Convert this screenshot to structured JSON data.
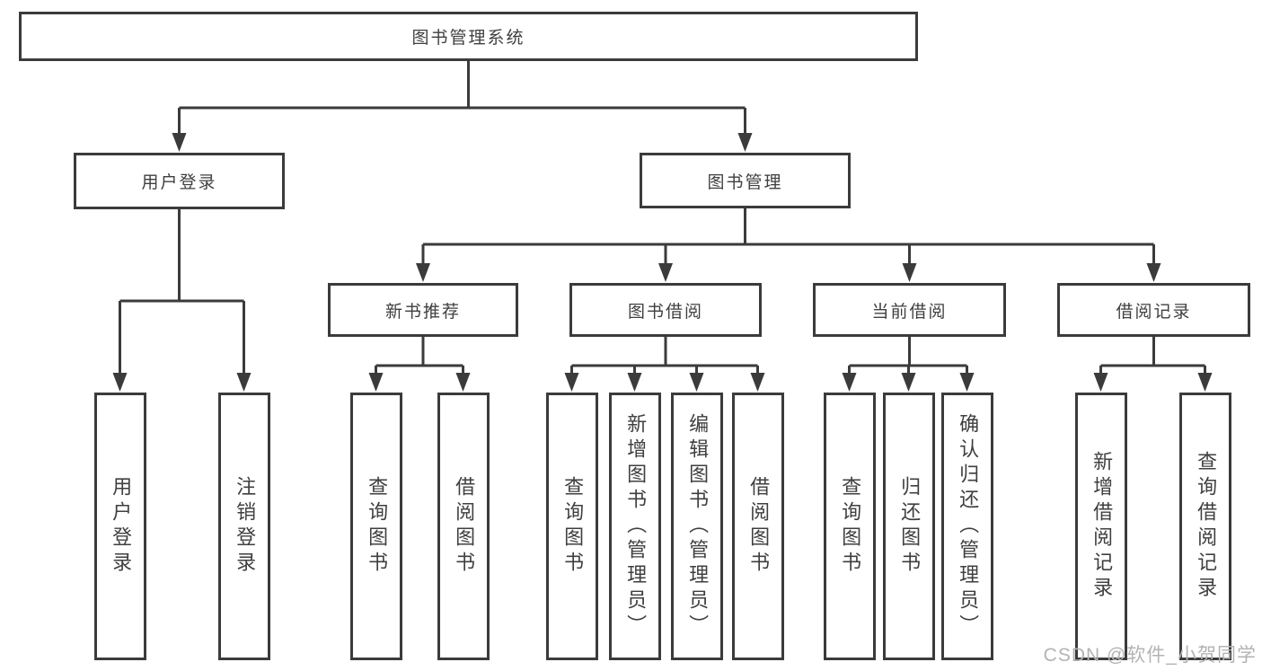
{
  "diagram": {
    "root": {
      "label": "图书管理系统"
    },
    "level2": [
      {
        "label": "用户登录"
      },
      {
        "label": "图书管理"
      }
    ],
    "level3": [
      {
        "label": "新书推荐"
      },
      {
        "label": "图书借阅"
      },
      {
        "label": "当前借阅"
      },
      {
        "label": "借阅记录"
      }
    ],
    "leaves": [
      {
        "label": "用户登录",
        "parent": "用户登录"
      },
      {
        "label": "注销登录",
        "parent": "用户登录"
      },
      {
        "label": "查询图书",
        "parent": "新书推荐"
      },
      {
        "label": "借阅图书",
        "parent": "新书推荐"
      },
      {
        "label": "查询图书",
        "parent": "图书借阅"
      },
      {
        "label": "新增图书（管理员）",
        "parent": "图书借阅"
      },
      {
        "label": "编辑图书（管理员）",
        "parent": "图书借阅"
      },
      {
        "label": "借阅图书",
        "parent": "图书借阅"
      },
      {
        "label": "查询图书",
        "parent": "当前借阅"
      },
      {
        "label": "归还图书",
        "parent": "当前借阅"
      },
      {
        "label": "确认归还（管理员）",
        "parent": "当前借阅"
      },
      {
        "label": "新增借阅记录",
        "parent": "借阅记录"
      },
      {
        "label": "查询借阅记录",
        "parent": "借阅记录"
      }
    ],
    "watermark": "CSDN @软件_小贺同学",
    "colors": {
      "line": "#3b3b3b",
      "text": "#3f3f3f",
      "background": "#ffffff",
      "watermark": "#b3b3b3"
    }
  }
}
